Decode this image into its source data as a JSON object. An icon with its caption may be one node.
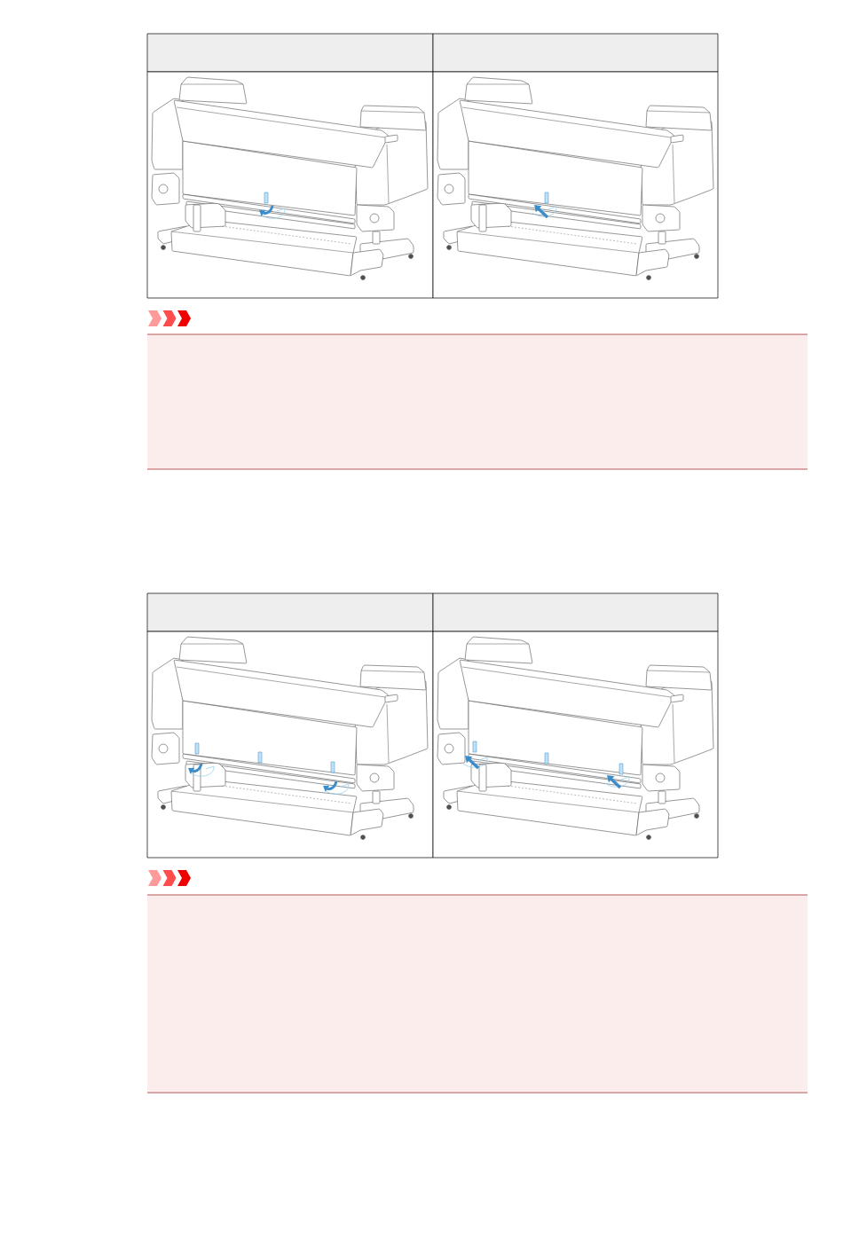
{
  "diagram": {
    "nodes": [
      {
        "text": [],
        "shape": "box"
      },
      {
        "text": [],
        "shape": "box"
      },
      {
        "text": [],
        "shape": "picture"
      },
      {
        "text": [],
        "shape": "picture"
      },
      {
        "text": [],
        "shape": "box"
      },
      {
        "text": [],
        "shape": "box"
      },
      {
        "text": [],
        "shape": "box"
      },
      {
        "text": [],
        "shape": "picture"
      },
      {
        "text": [],
        "shape": "picture"
      },
      {
        "text": [],
        "shape": "box"
      }
    ]
  }
}
